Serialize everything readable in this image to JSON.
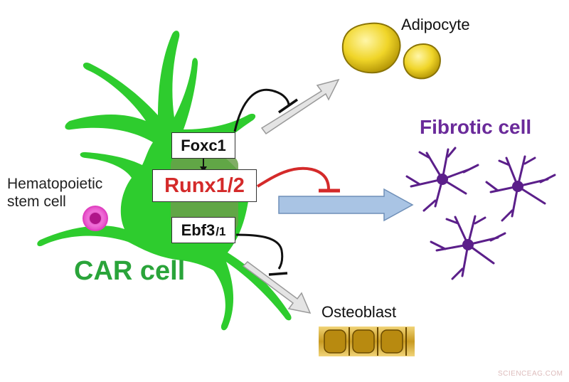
{
  "labels": {
    "adipocyte": "Adipocyte",
    "fibrotic_cell": "Fibrotic cell",
    "hematopoietic_line1": "Hematopoietic",
    "hematopoietic_line2": "stem cell",
    "car_cell": "CAR cell",
    "osteoblast": "Osteoblast",
    "watermark": "SCIENCEAG.COM"
  },
  "genes": {
    "foxc1": "Foxc1",
    "runx": "Runx1/2",
    "ebf3_main": "Ebf3",
    "ebf3_sub": "/1"
  },
  "colors": {
    "car_cell_green": "#2ecc2e",
    "car_cell_nucleus": "#6a9f4a",
    "runx_red": "#d42a2a",
    "fibrotic_purple": "#5b1f8a",
    "adipocyte_yellow": "#e8cc20",
    "osteoblast_gold": "#b88a10",
    "hematopoietic_pink": "#e040c0",
    "inhibit_arrow_blue": "#a9c4e4",
    "outline_arrow_grey": "#d8d8d8"
  }
}
